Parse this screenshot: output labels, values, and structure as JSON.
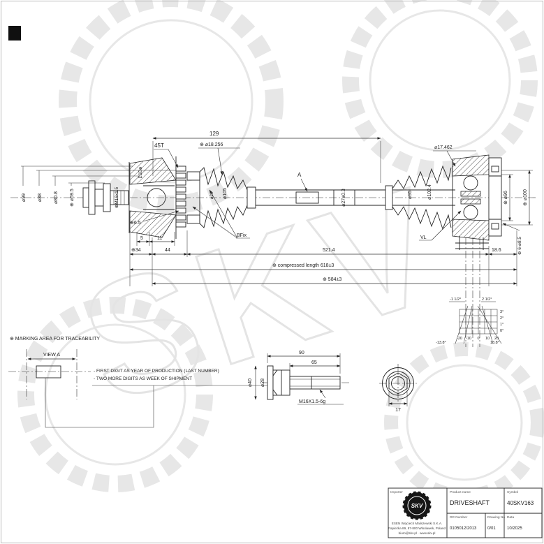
{
  "watermark": {
    "text": "SKV"
  },
  "dims": {
    "len_129": "129",
    "spline_45t": "45T",
    "dia_18_256": "⊕ ⌀18.256",
    "dia_17_462": "⌀17.462",
    "dia_99": "⌀99",
    "dia_88": "⌀88",
    "dia_80_8": "⌀80.8",
    "dia_59_5": "⊕ ⌀59.5",
    "thread_m16": "⊕M16x1.5",
    "code_ese": "ESE⊕",
    "dia_6_5": "⊕6.5",
    "len_5": "5",
    "len_11": "11",
    "dia_34": "⊕34",
    "len_44": "44",
    "dia_26": "⌀26",
    "dia_105": "⌀105",
    "clamp_bfix": "BFix",
    "view_a": "A",
    "dia_27": "⌀27±0.3",
    "dia_95": "⌀95",
    "dia_102_4": "⌀102.4",
    "joint_vl": "VL",
    "dia_96": "⊕ ⌀96",
    "dia_100": "⊕ ⌀100",
    "holes_6x8_5": "⊕ 6-⌀8.5",
    "len_18_6": "18.6",
    "len_521_4": "521.4",
    "compressed_length": "⊕  compressed length 618±3",
    "total_length": "⊕ 584±3"
  },
  "angle_chart": {
    "top_left": "-1 1/2°",
    "top_right": "2 1/2°",
    "bottom_left": "-13.8°",
    "bottom_right": "13.8°",
    "x_ticks": [
      "-20",
      "-10",
      "0",
      "10",
      "20"
    ],
    "y_ticks": [
      "3°",
      "2°",
      "1°",
      "0°"
    ]
  },
  "marking_note": {
    "title": "⊕ MARKING AREA FOR TRACEABILITY",
    "view_label": "VIEW A",
    "line1": "- FIRST DIGIT AS YEAR OF PRODUCTION (LAST NUMBER)",
    "line2": "- TWO MORE DIGITS AS WEEK OF SHIPMENT"
  },
  "bolt_detail": {
    "len_90": "90",
    "len_65": "65",
    "dia_40": "⌀40",
    "dia_28": "⌀28",
    "thread": "M16X1.5-6g",
    "hex_17": "17"
  },
  "title_block": {
    "importer_label": "Importer",
    "product_label": "Product name",
    "product_value": "DRIVESHAFT",
    "symbol_label": "Symbol",
    "symbol_value": "40SKV163",
    "dr_label": "DR Number",
    "dr_value": "0105012/2013",
    "drawing_label": "Drawing No",
    "drawing_value": "0/01",
    "date_label": "Data",
    "date_value": "10/2025",
    "logo_text": "SKV",
    "address_line1": "ESEN Wojciech Maliszewski S.K.A.",
    "address_line2": "Papieżka 89, 87-800 Włocławek, Poland",
    "address_line3": "biuro@skv.pl · www.skv.pl"
  }
}
